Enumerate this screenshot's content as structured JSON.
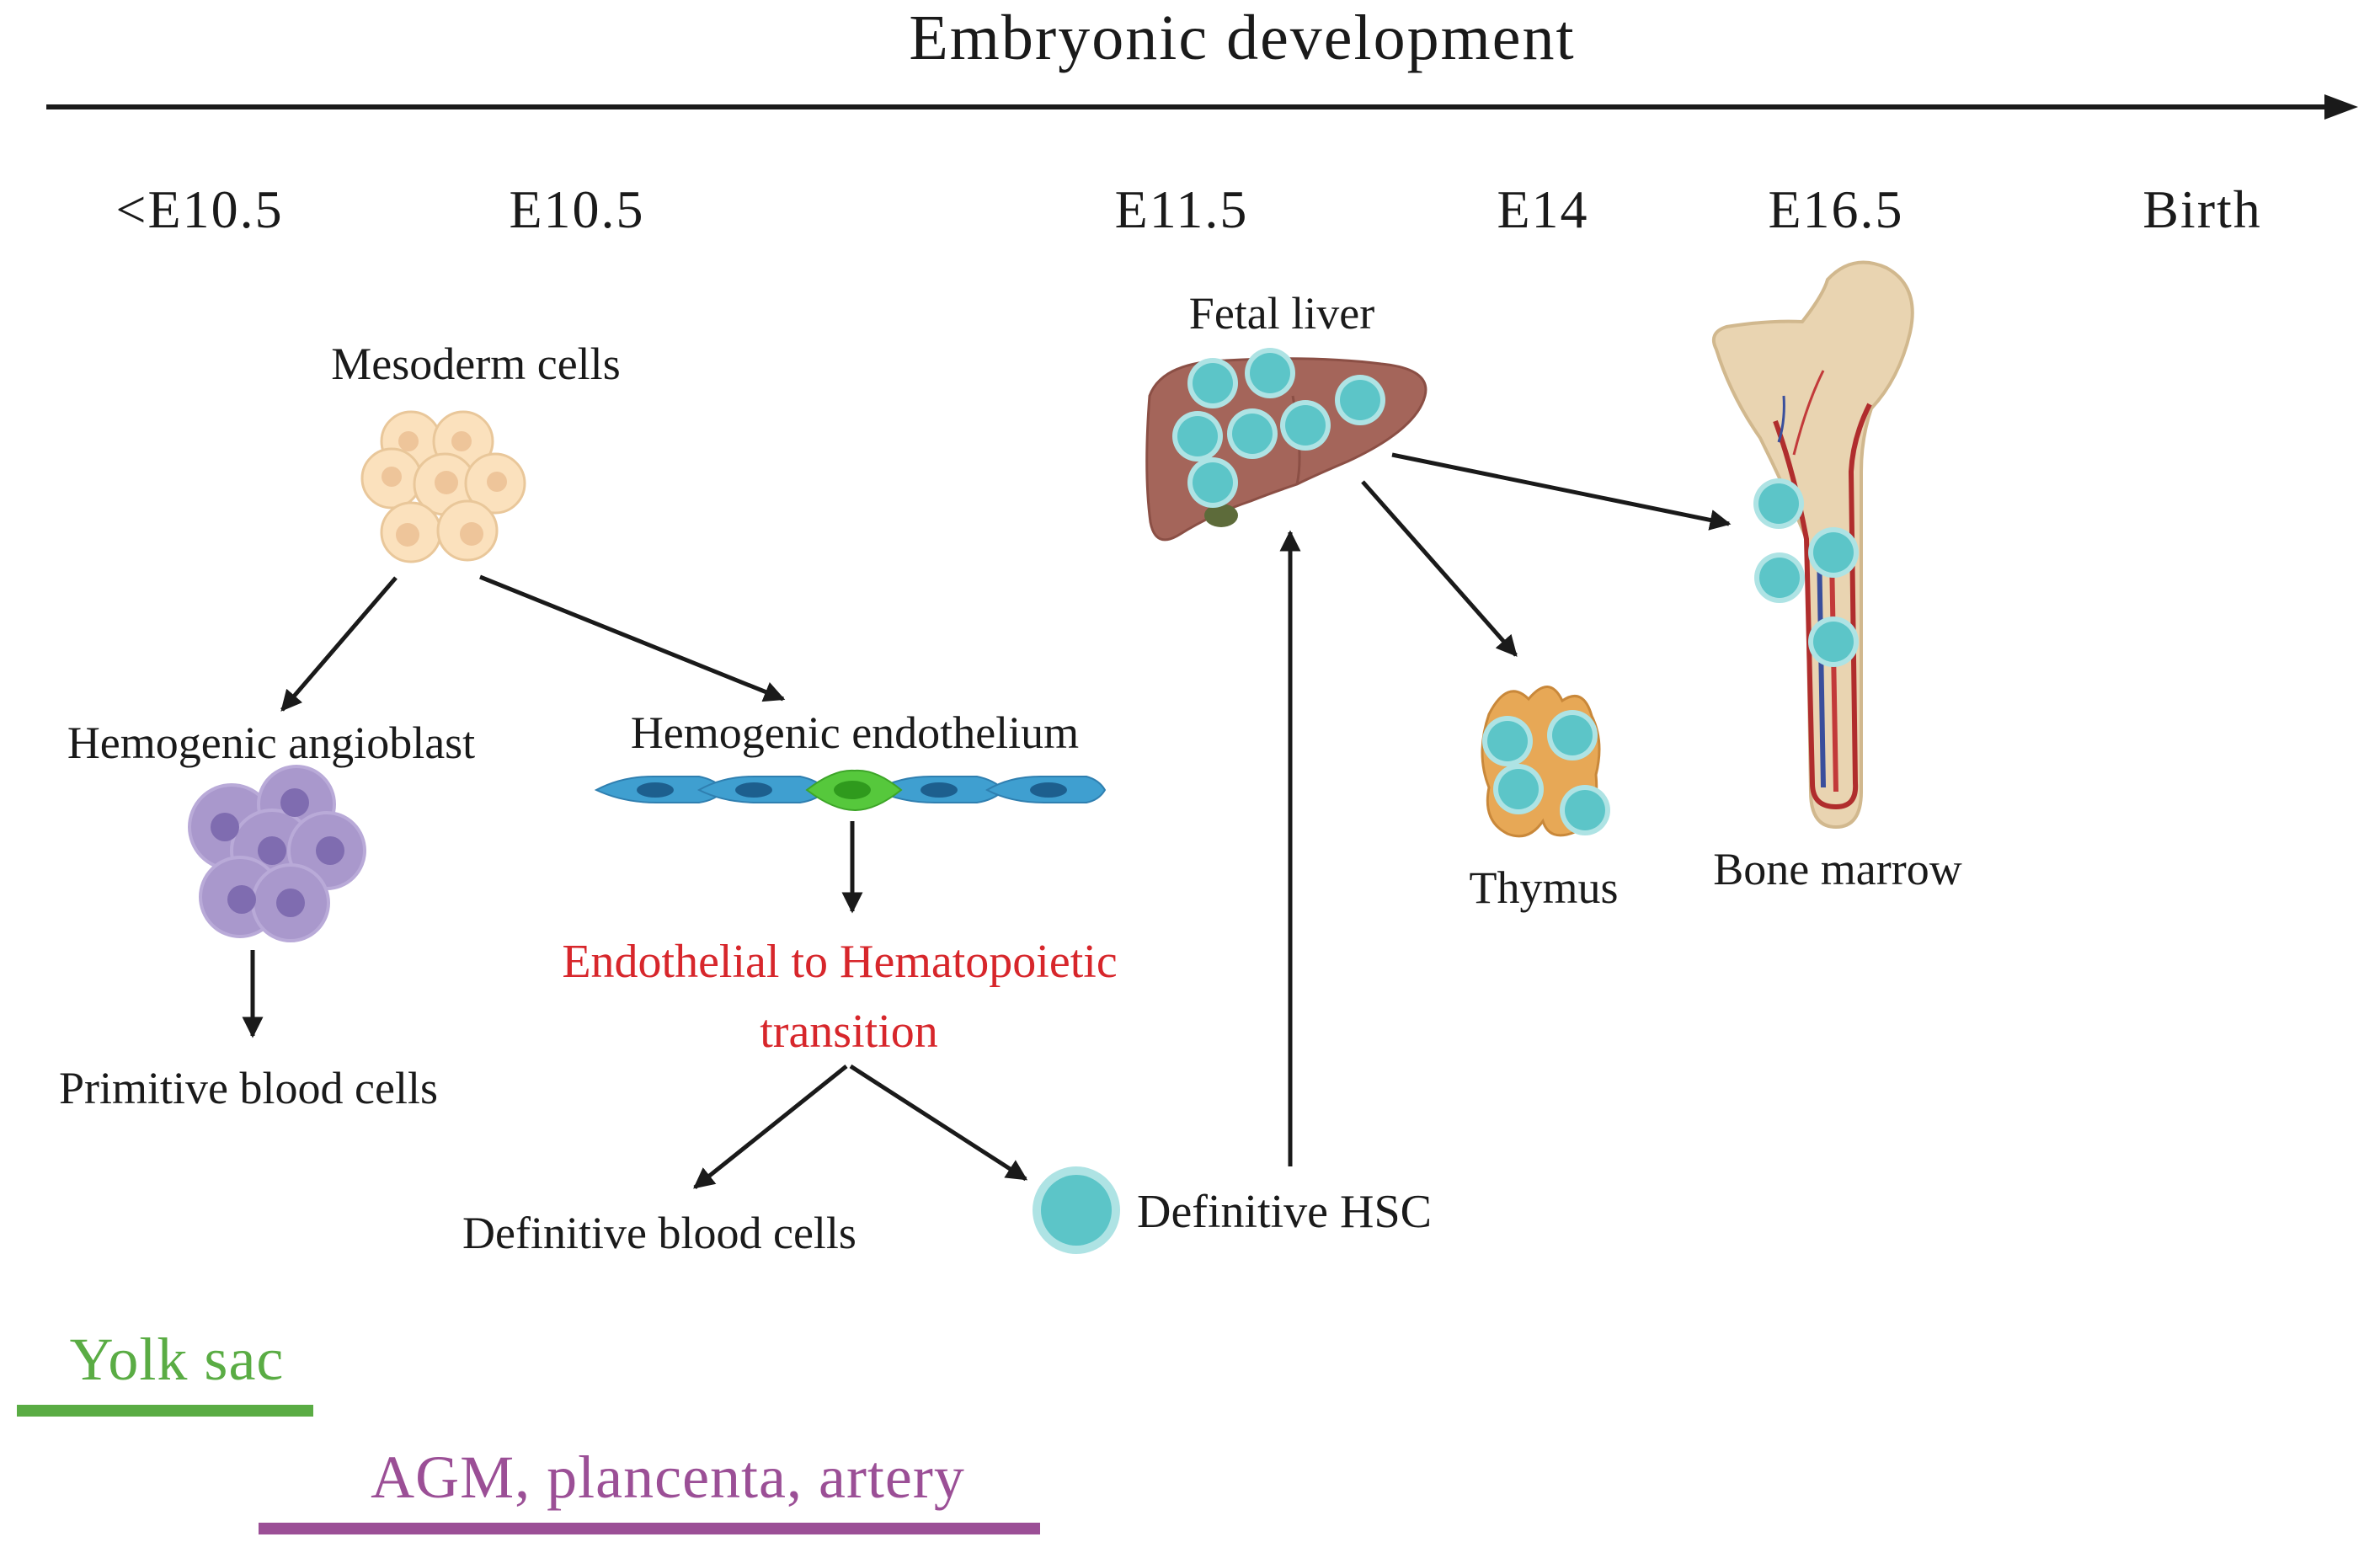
{
  "timeline": {
    "title": "Embryonic development",
    "stages": [
      "<E10.5",
      "E10.5",
      "E11.5",
      "E14",
      "E16.5",
      "Birth"
    ]
  },
  "labels": {
    "mesoderm": "Mesoderm cells",
    "hemogenic_angioblast": "Hemogenic angioblast",
    "hemogenic_endothelium": "Hemogenic endothelium",
    "eht_line1": "Endothelial to Hematopoietic",
    "eht_line2": "transition",
    "primitive_blood": "Primitive blood cells",
    "definitive_blood": "Definitive blood cells",
    "definitive_hsc": "Definitive HSC",
    "fetal_liver": "Fetal liver",
    "thymus": "Thymus",
    "bone_marrow": "Bone marrow"
  },
  "sites": {
    "yolk_sac": "Yolk sac",
    "agm": "AGM, plancenta, artery"
  },
  "colors": {
    "text": "#1a1a1a",
    "eht_red": "#d7262b",
    "yolk_green": "#5aac44",
    "agm_purple": "#9b4f96",
    "hsc_teal": "#5cc5c8",
    "hsc_ring": "#aee3e4",
    "mesoderm": "#fbe1bd",
    "angioblast": "#a998cc",
    "endothelium_blue": "#3f9fd0",
    "endothelium_green": "#56c83c",
    "liver": "#a4655a",
    "thymus": "#e7a856",
    "bone": "#e9d4b1"
  },
  "icons": [
    "arrow-right-icon",
    "mesoderm-cells-icon",
    "angioblast-cells-icon",
    "endothelium-icon",
    "hsc-cell-icon",
    "liver-icon",
    "thymus-icon",
    "femur-icon"
  ]
}
